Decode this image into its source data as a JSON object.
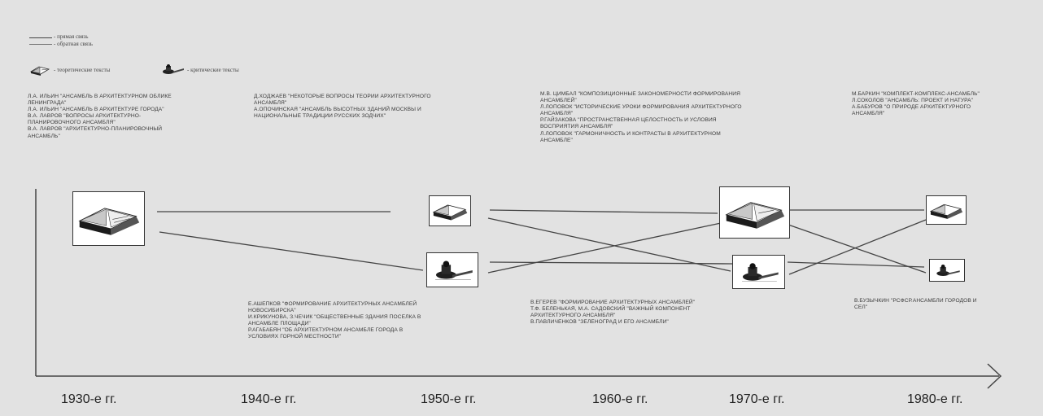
{
  "legend": {
    "direct_link": "- прямая связь",
    "feedback_link": "- обратная связь",
    "theoretical_texts": "- теоретические тексты",
    "critical_texts": "- критические тексты"
  },
  "references": {
    "top_1930s": [
      "Л.А. Ильин \"Ансамбль в архитектурном облике",
      "Ленинграда\"",
      "Л.А. Ильин \"Ансамбль в архитектуре города\"",
      "В.А. Лавров \"Вопросы архитектурно-",
      "планировочного ансамбля\"",
      "В.А. Лавров \"Архитектурно-планировочный",
      "ансамбль\""
    ],
    "top_1940s": [
      "Д.Ходжаев \"Некоторые вопросы теории архитектурного",
      "ансамбля\"",
      "А.Опочинская \"Ансамбль высотных зданий Москвы и",
      "национальные традиции русских зодчих\""
    ],
    "top_1960s": [
      "М.В. Цимбал \"Композиционные закономерности формирования",
      "ансамблей\"",
      "Л.Лоповок \"Исторические уроки формирования архитектурного",
      "ансамбля\"",
      "Р.Гайзакова \"Пространственная целостность и условия",
      "восприятия ансамбля\"",
      "Л.Лоповок \"Гармоничность и контрасты  в архитектурном",
      "ансамбле\""
    ],
    "top_1980s": [
      "М.Баркин \"Комплект-комплекс-ансамбль\"",
      "Л.Соколов \"Ансамбль: проект и натура\"",
      "А.Бабуров \"О природе архитектурного",
      "ансамбля\""
    ],
    "bottom_1950s": [
      "Е.Ашепков \"Формирование архитектурных ансамблей",
      "Новосибирска\"",
      "И.Крикунова, З.Чечик \"Общественные здания поселка в",
      "ансамбле площади\"",
      "Р.Агабабян \"Об архитектурном ансамбле города в",
      "условиях горной местности\""
    ],
    "bottom_1970s": [
      "В.Егерев \"Формирование архитектурных ансамблей\"",
      "Т.Ф. Беленькая, М.А. Садовский \"Важный компонент",
      "архитектурного ансамбля\"",
      "В.Павличенков \"Зеленоград и его ансамбли\""
    ],
    "bottom_1980s": [
      "В.Бузычкин \"РСФСР.Ансамбли городов и",
      "сел\""
    ]
  },
  "decades": [
    "1930-е гг.",
    "1940-е гг.",
    "1950-е гг.",
    "1960-е гг.",
    "1970-е гг.",
    "1980-е гг."
  ],
  "icons": {
    "theoretical": "open-book-icon",
    "critical": "inkwell-pen-icon"
  },
  "colors": {
    "background": "#e2e2e2",
    "line": "#444444"
  }
}
